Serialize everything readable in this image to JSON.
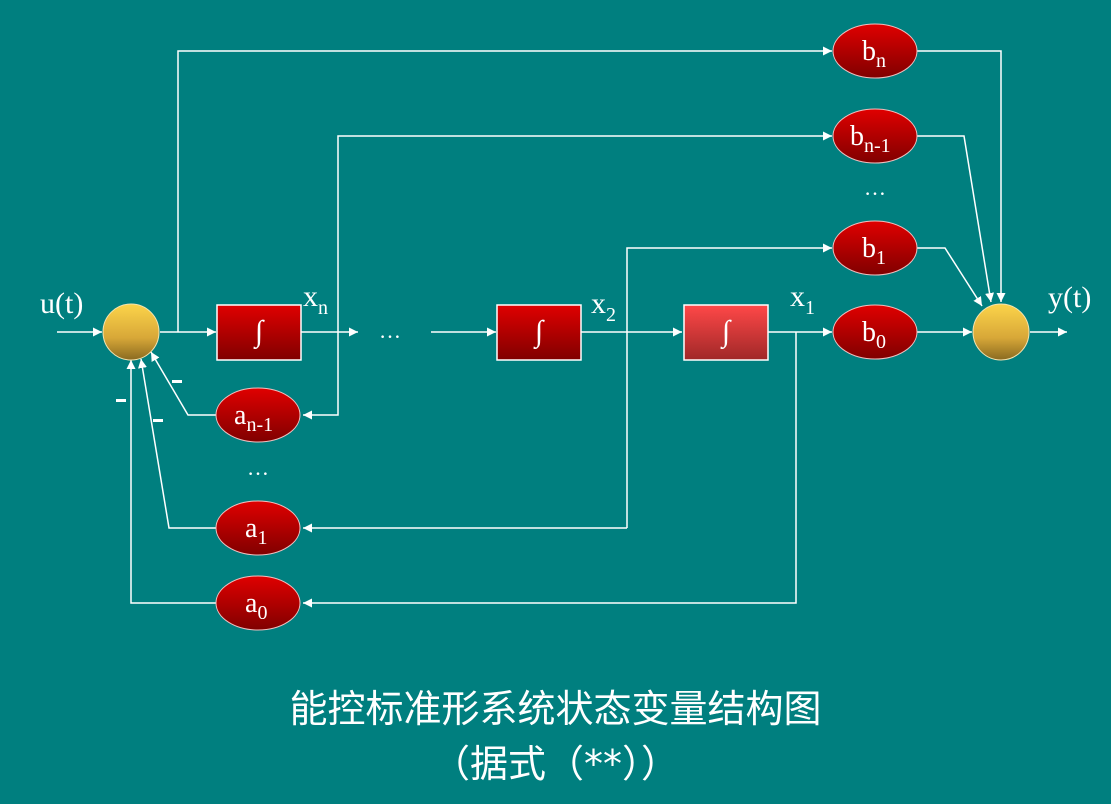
{
  "colors": {
    "background": "#007f7f",
    "line": "#ffffff",
    "block_dark": "#d40000",
    "block_light": "#f04444",
    "summer": "#e8b83a"
  },
  "signals": {
    "input": "u(t)",
    "output": "y(t)",
    "xn": {
      "base": "x",
      "sub": "n"
    },
    "x2": {
      "base": "x",
      "sub": "2"
    },
    "x1": {
      "base": "x",
      "sub": "1"
    },
    "chain_ellipsis": "…"
  },
  "integrators": [
    {
      "id": "int-n",
      "symbol": "∫"
    },
    {
      "id": "int-2",
      "symbol": "∫"
    },
    {
      "id": "int-1",
      "symbol": "∫"
    }
  ],
  "feedforward_gains": [
    {
      "id": "bn",
      "base": "b",
      "sub": "n"
    },
    {
      "id": "bn1",
      "base": "b",
      "sub": "n-1"
    },
    {
      "id": "b1",
      "base": "b",
      "sub": "1"
    },
    {
      "id": "b0",
      "base": "b",
      "sub": "0"
    }
  ],
  "feedback_gains": [
    {
      "id": "an1",
      "base": "a",
      "sub": "n-1"
    },
    {
      "id": "a1",
      "base": "a",
      "sub": "1"
    },
    {
      "id": "a0",
      "base": "a",
      "sub": "0"
    }
  ],
  "gain_ellipsis": "…",
  "feedback_signs": [
    "-",
    "-",
    "-"
  ],
  "caption": {
    "line1": "能控标准形系统状态变量结构图",
    "line2": "（据式（**））"
  }
}
